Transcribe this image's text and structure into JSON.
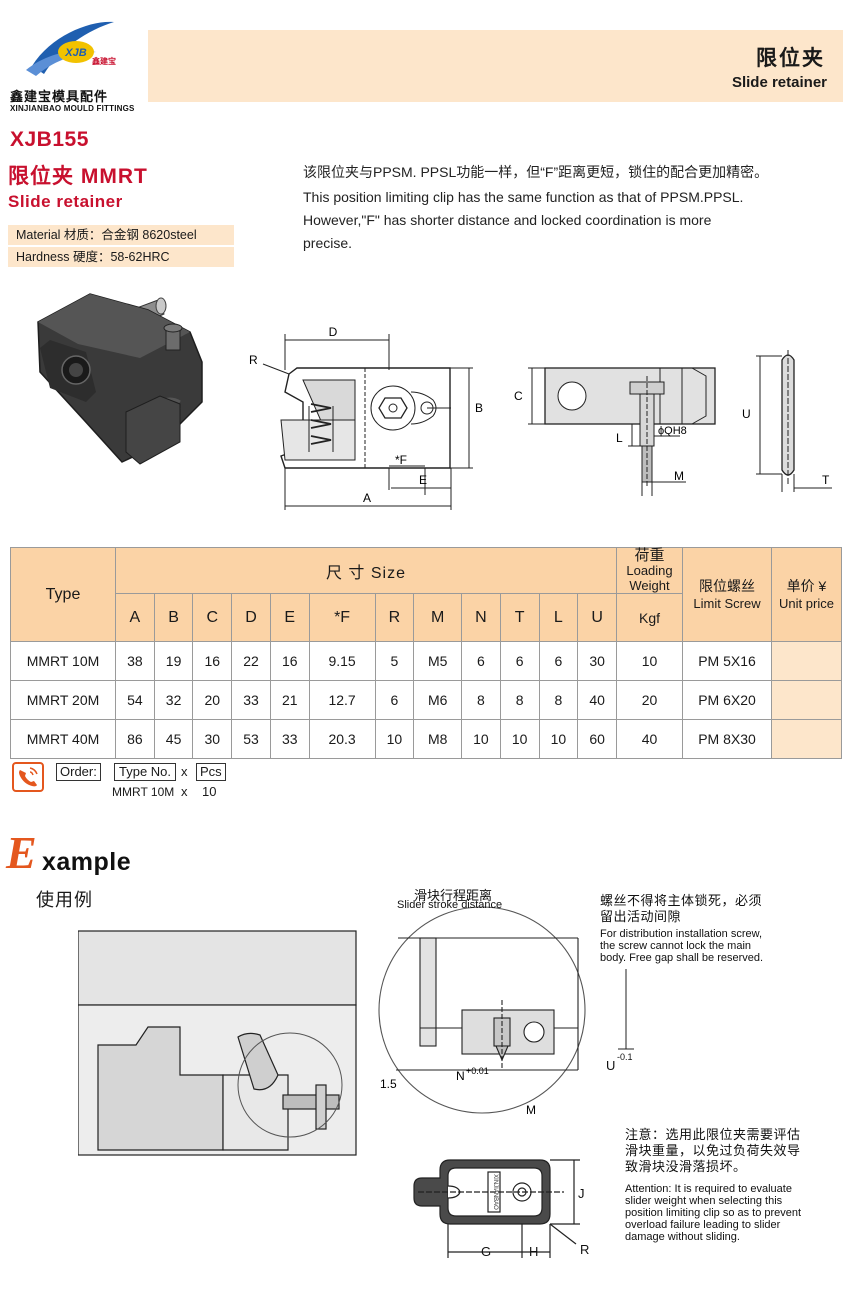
{
  "logo": {
    "badge": "XJB",
    "badge_cn": "鑫建宝",
    "name_cn": "鑫建宝模具配件",
    "name_en": "XINJIANBAO MOULD FITTINGS",
    "colors": {
      "blue": "#1f5fb0",
      "gold": "#f2c200",
      "red": "#c8102e"
    }
  },
  "header": {
    "title_cn": "限位夹",
    "title_en": "Slide retainer"
  },
  "product": {
    "code": "XJB155",
    "name_cn": "限位夹 MMRT",
    "name_en": "Slide retainer",
    "material": "Material 材质：合金钢 8620steel",
    "hardness": "Hardness 硬度：58-62HRC",
    "description_cn": "该限位夹与PPSM. PPSL功能一样，但“F”距离更短，锁住的配合更加精密。",
    "description_en": [
      "This position limiting clip has the same function as that of PPSM.PPSL.",
      "However,\"F\" has shorter distance and locked coordination is more",
      "precise."
    ]
  },
  "drawings": {
    "top_view": {
      "d": "D",
      "r": "R",
      "b": "B",
      "f": "*F",
      "e": "E",
      "a": "A"
    },
    "side_view": {
      "c": "C",
      "l": "L",
      "qh": "ϕQH8",
      "m": "M"
    },
    "pin_view": {
      "u": "U",
      "t": "T"
    }
  },
  "table": {
    "type_header": "Type",
    "size_header": "尺 寸 Size",
    "dim_headers": [
      "A",
      "B",
      "C",
      "D",
      "E",
      "*F",
      "R",
      "M",
      "N",
      "T",
      "L",
      "U"
    ],
    "load_header": [
      "荷重",
      "Loading",
      "Weight"
    ],
    "kgf_header": "Kgf",
    "screw_header": [
      "限位螺丝",
      "Limit Screw"
    ],
    "price_header": [
      "单价 ¥",
      "Unit price"
    ],
    "rows": [
      {
        "type": "MMRT 10M",
        "dims": [
          "38",
          "19",
          "16",
          "22",
          "16",
          "9.15",
          "5",
          "M5",
          "6",
          "6",
          "6",
          "30"
        ],
        "load": "10",
        "screw": "PM 5X16",
        "price": ""
      },
      {
        "type": "MMRT 20M",
        "dims": [
          "54",
          "32",
          "20",
          "33",
          "21",
          "12.7",
          "6",
          "M6",
          "8",
          "8",
          "8",
          "40"
        ],
        "load": "20",
        "screw": "PM 6X20",
        "price": ""
      },
      {
        "type": "MMRT 40M",
        "dims": [
          "86",
          "45",
          "30",
          "53",
          "33",
          "20.3",
          "10",
          "M8",
          "10",
          "10",
          "10",
          "60"
        ],
        "load": "40",
        "screw": "PM 8X30",
        "price": ""
      }
    ]
  },
  "order": {
    "label": "Order:",
    "type_box": "Type No.",
    "x": "x",
    "pcs_box": "Pcs",
    "example_model": "MMRT 10M",
    "example_qty": "10"
  },
  "example": {
    "title_initial": "E",
    "title_rest": "xample",
    "title_cn": "使用例",
    "stroke_cn": "滑块行程距离",
    "stroke_en": "Slider stroke distance",
    "screw_note_cn": [
      "螺丝不得将主体锁死，必须",
      "留出活动间隙"
    ],
    "screw_note_en": [
      "For distribution installation screw,",
      "the screw cannot lock the main",
      "body. Free gap shall be reserved."
    ],
    "label_n": "N",
    "label_n_tol": "+0.01",
    "label_u": "U",
    "label_u_tol": "-0.1",
    "label_m": "M",
    "label_15": "1.5",
    "caution_cn": [
      "注意：选用此限位夹需要评估",
      "滑块重量，以免过负荷失效导",
      "致滑块没滑落损坏。"
    ],
    "caution_en": [
      "Attention: It is required to evaluate",
      "slider weight when selecting this",
      "position limiting clip so as to prevent",
      "overload failure leading to slider",
      "damage without sliding."
    ],
    "label_j": "J",
    "label_g": "G",
    "label_h": "H",
    "label_r": "R",
    "part_mark": "XINJIANBAO"
  }
}
